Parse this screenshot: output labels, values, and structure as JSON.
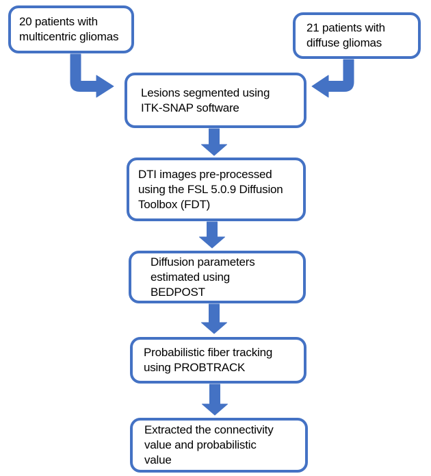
{
  "diagram": {
    "type": "flowchart",
    "colors": {
      "accent": "#4472C4",
      "text": "#000000",
      "background": "#FFFFFF"
    },
    "nodes": [
      {
        "id": "multicentric-patients",
        "label": "20 patients with\nmulticentric gliomas"
      },
      {
        "id": "diffuse-patients",
        "label": "21 patients with\ndiffuse gliomas"
      },
      {
        "id": "lesion-segmentation",
        "label": "Lesions segmented using\nITK-SNAP software"
      },
      {
        "id": "dti-preprocessing",
        "label": "DTI images pre-processed\nusing the FSL 5.0.9 Diffusion\nToolbox (FDT)"
      },
      {
        "id": "bedpost-estimation",
        "label": "Diffusion parameters\nestimated using\nBEDPOST"
      },
      {
        "id": "probtrack-tracking",
        "label": "Probabilistic fiber tracking\nusing PROBTRACK"
      },
      {
        "id": "value-extraction",
        "label": "Extracted the connectivity\nvalue and probabilistic\nvalue"
      }
    ],
    "edges": [
      {
        "from": "multicentric-patients",
        "to": "lesion-segmentation"
      },
      {
        "from": "diffuse-patients",
        "to": "lesion-segmentation"
      },
      {
        "from": "lesion-segmentation",
        "to": "dti-preprocessing"
      },
      {
        "from": "dti-preprocessing",
        "to": "bedpost-estimation"
      },
      {
        "from": "bedpost-estimation",
        "to": "probtrack-tracking"
      },
      {
        "from": "probtrack-tracking",
        "to": "value-extraction"
      }
    ]
  }
}
